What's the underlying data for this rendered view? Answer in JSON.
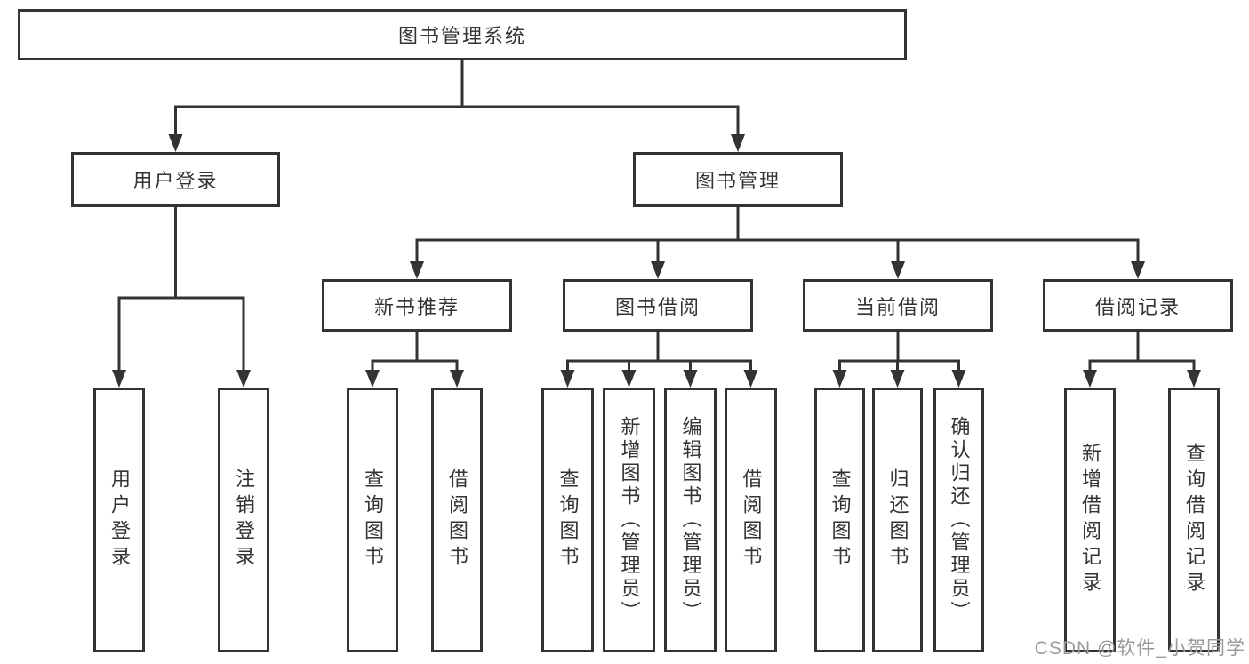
{
  "diagram": {
    "root": {
      "label": "图书管理系统"
    },
    "children": [
      {
        "label": "用户登录",
        "children": [
          {
            "label": "用户登录"
          },
          {
            "label": "注销登录"
          }
        ]
      },
      {
        "label": "图书管理",
        "children": [
          {
            "label": "新书推荐",
            "children": [
              {
                "label": "查询图书"
              },
              {
                "label": "借阅图书"
              }
            ]
          },
          {
            "label": "图书借阅",
            "children": [
              {
                "label": "查询图书"
              },
              {
                "label": "新增图书（管理员）"
              },
              {
                "label": "编辑图书（管理员）"
              },
              {
                "label": "借阅图书"
              }
            ]
          },
          {
            "label": "当前借阅",
            "children": [
              {
                "label": "查询图书"
              },
              {
                "label": "归还图书"
              },
              {
                "label": "确认归还（管理员）"
              }
            ]
          },
          {
            "label": "借阅记录",
            "children": [
              {
                "label": "新增借阅记录"
              },
              {
                "label": "查询借阅记录"
              }
            ]
          }
        ]
      }
    ]
  },
  "watermark": "CSDN @软件_小贺同学",
  "colors": {
    "line": "#333333",
    "text": "#333333",
    "box_background": "#ffffff",
    "watermark": "#9b9b9b",
    "background": "#ffffff"
  }
}
